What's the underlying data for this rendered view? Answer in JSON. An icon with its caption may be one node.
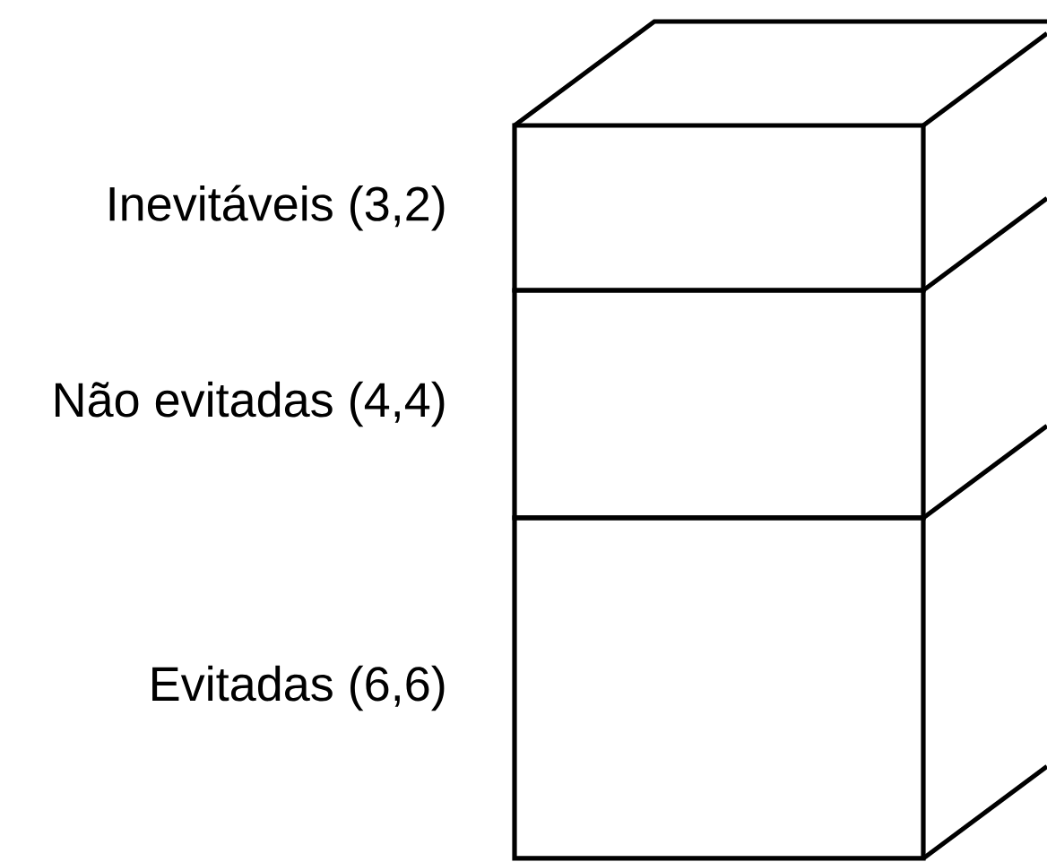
{
  "diagram": {
    "nodes": [
      {
        "text": [
          "Inevitáveis (3,2)"
        ]
      },
      {
        "text": [
          "Não evitadas (4,4)"
        ]
      },
      {
        "text": [
          "Evitadas (6,6)"
        ]
      }
    ]
  }
}
